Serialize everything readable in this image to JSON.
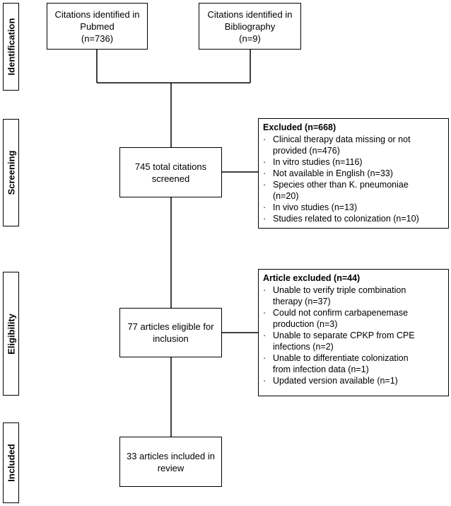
{
  "stages": [
    {
      "label": "Identification"
    },
    {
      "label": "Screening"
    },
    {
      "label": "Eligibility"
    },
    {
      "label": "Included"
    }
  ],
  "boxes": {
    "pubmed": [
      "Citations identified in",
      "Pubmed",
      "(n=736)"
    ],
    "bibliography": [
      "Citations identified in",
      "Bibliography",
      "(n=9)"
    ],
    "screened": [
      "745 total citations",
      "screened"
    ],
    "eligible": [
      "77 articles eligible for",
      "inclusion"
    ],
    "included": [
      "33 articles included in",
      "review"
    ]
  },
  "excluded_screening": {
    "heading": "Excluded (n=668)",
    "bullet": "·",
    "items": [
      [
        "Clinical therapy data missing or not",
        "provided (n=476)"
      ],
      [
        "In vitro studies (n=116)"
      ],
      [
        "Not available in English (n=33)"
      ],
      [
        "Species other than K. pneumoniae",
        "(n=20)"
      ],
      [
        "In vivo studies (n=13)"
      ],
      [
        "Studies related to colonization (n=10)"
      ]
    ]
  },
  "excluded_eligibility": {
    "heading": "Article excluded (n=44)",
    "bullet": "·",
    "items": [
      [
        "Unable to verify triple combination",
        "therapy (n=37)"
      ],
      [
        "Could not confirm carbapenemase",
        "production (n=3)"
      ],
      [
        "Unable to separate CPKP from CPE",
        "infections (n=2)"
      ],
      [
        "Unable to differentiate colonization",
        "from infection data (n=1)"
      ],
      [
        "Updated version available (n=1)"
      ]
    ]
  }
}
